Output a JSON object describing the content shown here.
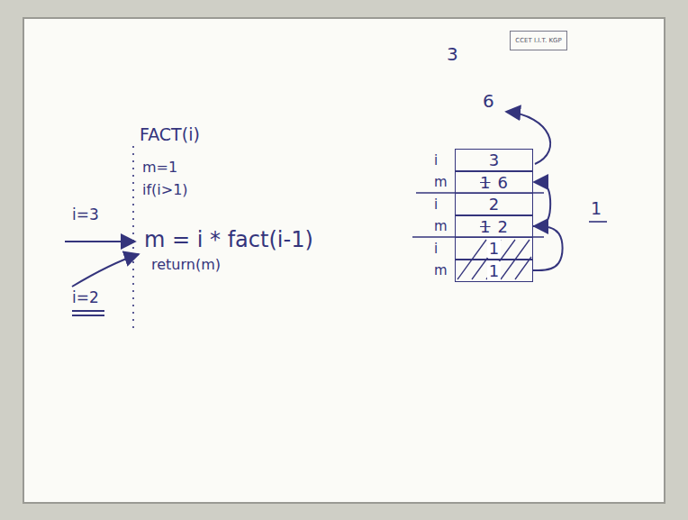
{
  "diagram": {
    "nodes": [
      {
        "text": [
          "CCET I.I.T. KGP"
        ]
      },
      {
        "text": [
          "i",
          "3"
        ]
      },
      {
        "text": [
          "m",
          "1",
          "6"
        ]
      },
      {
        "text": [
          "i",
          "2"
        ]
      },
      {
        "text": [
          "m",
          "1",
          "2"
        ]
      },
      {
        "text": [
          "i",
          "1"
        ]
      },
      {
        "text": [
          "m",
          "1"
        ]
      }
    ],
    "edges": [
      {
        "from": 6,
        "to": 4,
        "arrow": "to"
      },
      {
        "from": 4,
        "to": 2,
        "arrow": "to"
      }
    ],
    "labels": [
      "3",
      "6",
      "FACT(i)",
      "m=1",
      "if(i>1)",
      "i=3",
      "m = i * fact(i-1)",
      "return(m)",
      "i=2",
      "1"
    ]
  }
}
